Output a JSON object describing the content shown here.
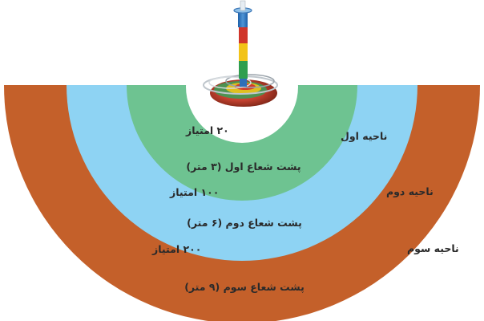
{
  "zones": [
    {
      "key": "zone1",
      "name": "ناحیه اول",
      "points": "۲۰ امتیاز",
      "line_label": "پشت شعاع اول (۳ متر)",
      "color": "#6ec391"
    },
    {
      "key": "zone2",
      "name": "ناحیه دوم",
      "points": "۱۰۰ امتیاز",
      "line_label": "پشت شعاع دوم (۶ متر)",
      "color": "#8ed3f3"
    },
    {
      "key": "zone3",
      "name": "ناحیه سوم",
      "points": "۲۰۰ امتیاز",
      "line_label": "پشت شعاع سوم (۹ متر)",
      "color": "#c4602a"
    }
  ],
  "center": {
    "color": "#ffffff"
  },
  "target_icon": "ring-toss-peg-icon"
}
